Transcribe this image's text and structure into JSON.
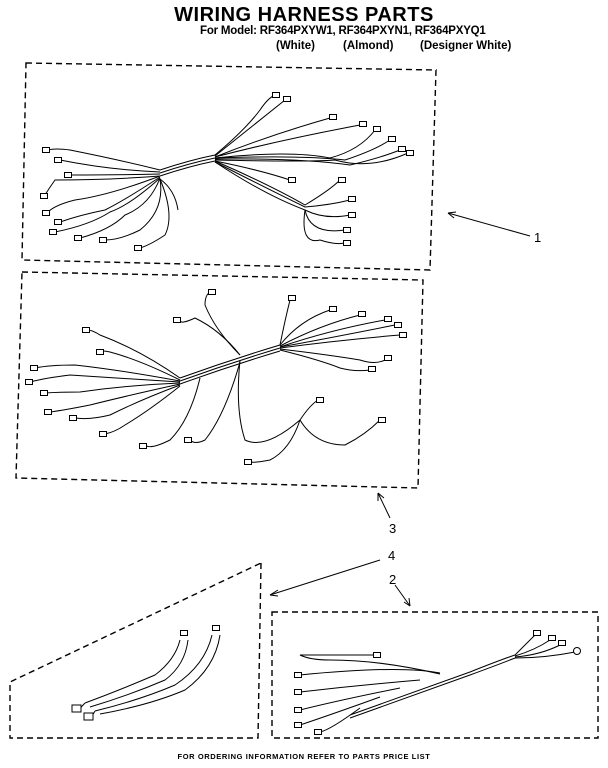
{
  "title": "WIRING HARNESS PARTS",
  "models": "For Model: RF364PXYW1, RF364PXYN1, RF364PXYQ1",
  "colors": [
    "(White)",
    "(Almond)",
    "(Designer White)"
  ],
  "callouts": [
    "1",
    "3",
    "4",
    "2"
  ],
  "footer": "FOR ORDERING INFORMATION REFER TO PARTS PRICE LIST"
}
